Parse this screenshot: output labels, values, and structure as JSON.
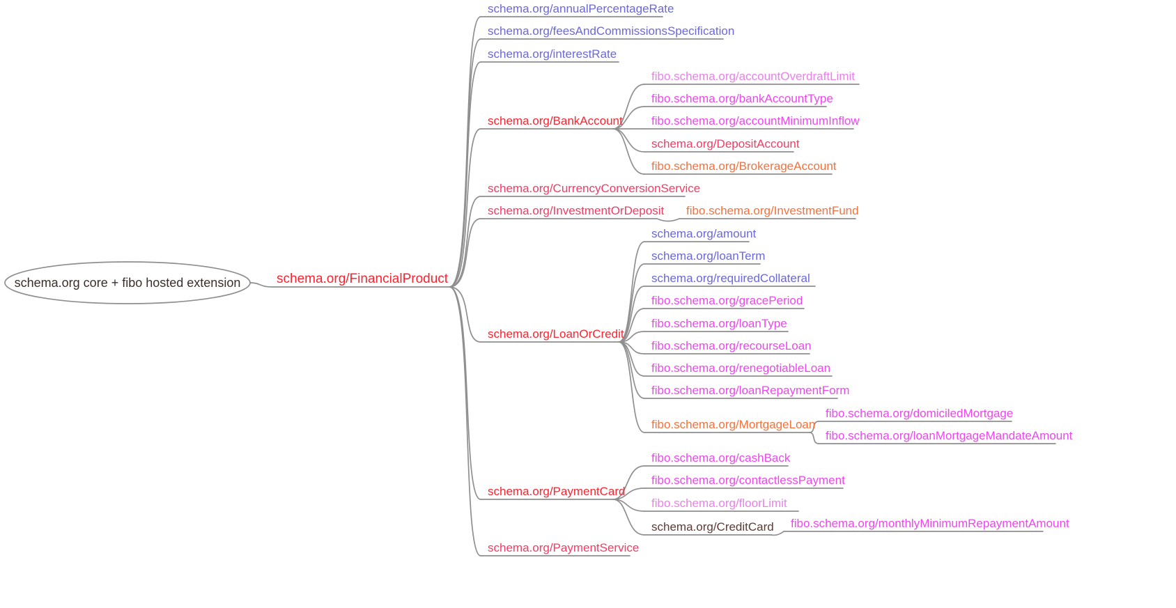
{
  "colors": {
    "edge": "#8f8f8f",
    "background": "#ffffff"
  },
  "map": {
    "root": {
      "label": "schema.org core + fibo hosted extension",
      "color": "#3a2d2a"
    },
    "financial_product": {
      "label": "schema.org/FinancialProduct",
      "color": "#fa2430",
      "children": [
        {
          "label": "schema.org/annualPercentageRate",
          "color": "#6a68da"
        },
        {
          "label": "schema.org/feesAndCommissionsSpecification",
          "color": "#6a68da"
        },
        {
          "label": "schema.org/interestRate",
          "color": "#6a68da"
        },
        {
          "label": "schema.org/BankAccount",
          "color": "#fa2430",
          "children": [
            {
              "label": "fibo.schema.org/accountOverdraftLimit",
              "color": "#e881e8"
            },
            {
              "label": "fibo.schema.org/bankAccountType",
              "color": "#ee46ee"
            },
            {
              "label": "fibo.schema.org/accountMinimumInflow",
              "color": "#ee46ee"
            },
            {
              "label": "schema.org/DepositAccount",
              "color": "#f43b63"
            },
            {
              "label": "fibo.schema.org/BrokerageAccount",
              "color": "#f4713c"
            }
          ]
        },
        {
          "label": "schema.org/CurrencyConversionService",
          "color": "#f43b63"
        },
        {
          "label": "schema.org/InvestmentOrDeposit",
          "color": "#f43b63",
          "children": [
            {
              "label": "fibo.schema.org/InvestmentFund",
              "color": "#f4713c"
            }
          ]
        },
        {
          "label": "schema.org/LoanOrCredit",
          "color": "#fa2430",
          "children": [
            {
              "label": "schema.org/amount",
              "color": "#6a68da"
            },
            {
              "label": "schema.org/loanTerm",
              "color": "#6a68da"
            },
            {
              "label": "schema.org/requiredCollateral",
              "color": "#6a68da"
            },
            {
              "label": "fibo.schema.org/gracePeriod",
              "color": "#ee46ee"
            },
            {
              "label": "fibo.schema.org/loanType",
              "color": "#ee46ee"
            },
            {
              "label": "fibo.schema.org/recourseLoan",
              "color": "#ee46ee"
            },
            {
              "label": "fibo.schema.org/renegotiableLoan",
              "color": "#ee46ee"
            },
            {
              "label": "fibo.schema.org/loanRepaymentForm",
              "color": "#ee46ee"
            },
            {
              "label": "fibo.schema.org/MortgageLoan",
              "color": "#f4713c",
              "children": [
                {
                  "label": "fibo.schema.org/domiciledMortgage",
                  "color": "#ee46ee"
                },
                {
                  "label": "fibo.schema.org/loanMortgageMandateAmount",
                  "color": "#ee46ee"
                }
              ]
            }
          ]
        },
        {
          "label": "schema.org/PaymentCard",
          "color": "#fa2430",
          "children": [
            {
              "label": "fibo.schema.org/cashBack",
              "color": "#ee46ee"
            },
            {
              "label": "fibo.schema.org/contactlessPayment",
              "color": "#ee46ee"
            },
            {
              "label": "fibo.schema.org/floorLimit",
              "color": "#e881e8"
            },
            {
              "label": "schema.org/CreditCard",
              "color": "#5d3b33",
              "children": [
                {
                  "label": "fibo.schema.org/monthlyMinimumRepaymentAmount",
                  "color": "#ee46ee"
                }
              ]
            }
          ]
        },
        {
          "label": "schema.org/PaymentService",
          "color": "#f43b63"
        }
      ]
    }
  }
}
